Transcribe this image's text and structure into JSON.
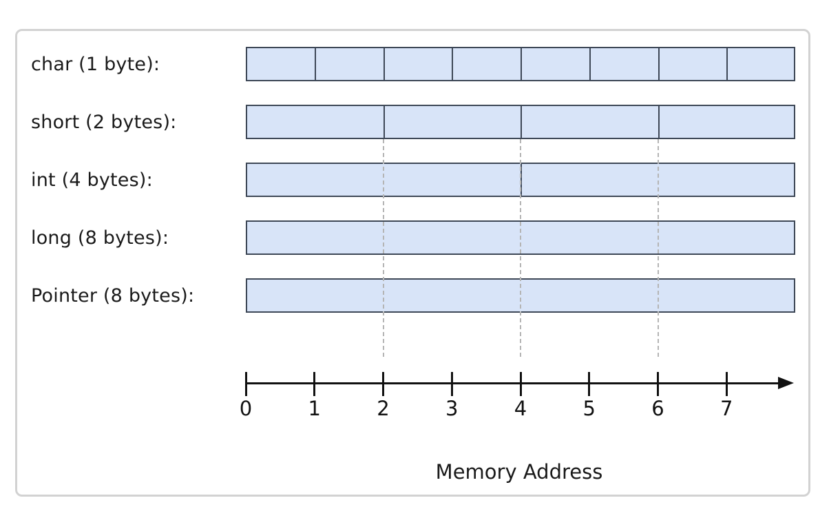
{
  "figure": {
    "rows": [
      {
        "name": "char",
        "label": "char (1 byte):",
        "size_bytes": 1
      },
      {
        "name": "short",
        "label": "short (2 bytes):",
        "size_bytes": 2
      },
      {
        "name": "int",
        "label": "int (4 bytes):",
        "size_bytes": 4
      },
      {
        "name": "long",
        "label": "long (8 bytes):",
        "size_bytes": 8
      },
      {
        "name": "pointer",
        "label": "Pointer (8 bytes):",
        "size_bytes": 8
      }
    ],
    "total_bytes": 8,
    "guide_positions_bytes": [
      2,
      4,
      6
    ],
    "axis": {
      "tick_labels": [
        "0",
        "1",
        "2",
        "3",
        "4",
        "5",
        "6",
        "7"
      ],
      "title": "Memory Address"
    },
    "colors": {
      "bar_fill": "#d8e4f8",
      "bar_border": "#3d4756",
      "guide_dash": "#b5b5b5",
      "axis": "#111111",
      "text": "#1a1a1a",
      "frame_border": "#d2d2d2"
    }
  }
}
